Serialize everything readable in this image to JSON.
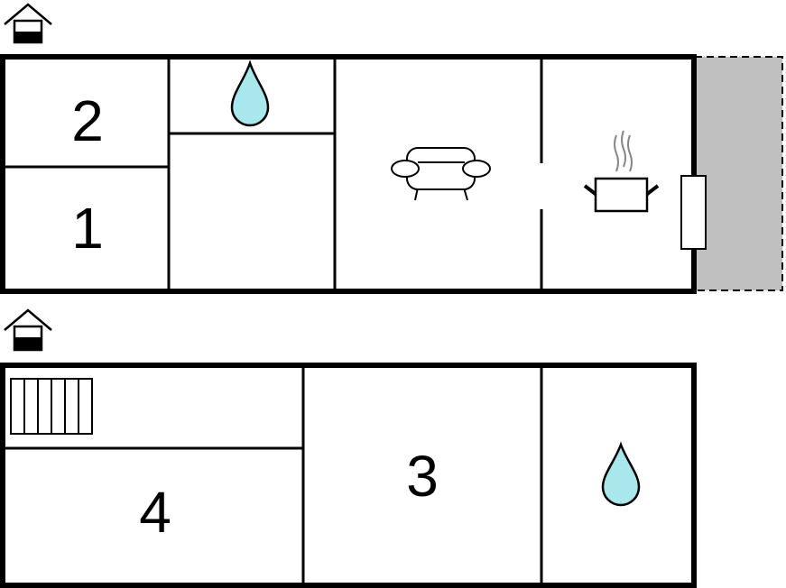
{
  "colors": {
    "wall": "#000000",
    "background": "#ffffff",
    "terrace": "#c0c0c0",
    "water": "#a8e8ec",
    "steam": "#888888"
  },
  "floors": [
    {
      "level_icon": "house-upper-floor-icon",
      "rooms": [
        {
          "label": "2",
          "type": "bedroom"
        },
        {
          "label": "1",
          "type": "bedroom"
        },
        {
          "label": "",
          "type": "bathroom",
          "icon": "water-drop-icon"
        },
        {
          "label": "",
          "type": "hallway"
        },
        {
          "label": "",
          "type": "living-room",
          "icon": "sofa-icon"
        },
        {
          "label": "",
          "type": "kitchen",
          "icon": "cooking-pot-icon"
        },
        {
          "label": "",
          "type": "terrace"
        }
      ]
    },
    {
      "level_icon": "house-ground-floor-icon",
      "rooms": [
        {
          "label": "",
          "type": "staircase",
          "icon": "stairs-icon"
        },
        {
          "label": "4",
          "type": "bedroom"
        },
        {
          "label": "3",
          "type": "bedroom"
        },
        {
          "label": "",
          "type": "bathroom",
          "icon": "water-drop-icon"
        }
      ]
    }
  ]
}
